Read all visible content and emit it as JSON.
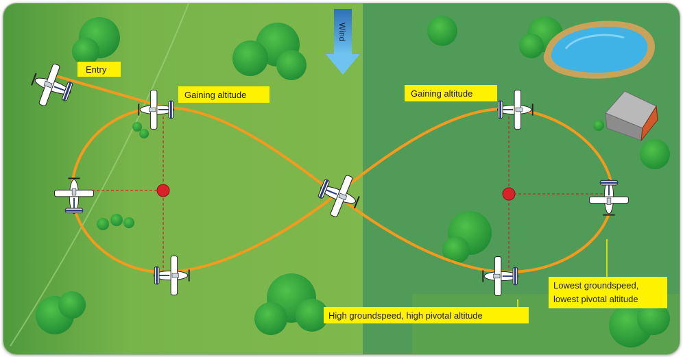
{
  "labels": {
    "entry": "Entry",
    "gaining_left": "Gaining altitude",
    "gaining_right": "Gaining altitude",
    "high_groundspeed": "High groundspeed, high pivotal altitude",
    "lowest_line1": "Lowest groundspeed,",
    "lowest_line2": "lowest pivotal altitude"
  },
  "wind_label": "Wind",
  "colors": {
    "field_left": "#6fae3e",
    "field_right": "#4e9a55",
    "path": "#f39a1f",
    "pylon": "#d8222a",
    "label_bg": "#fff200",
    "wind_arrow": "#4aa3e0",
    "water": "#3fb3e6"
  },
  "icons": [
    "airplane-icon",
    "wind-arrow-icon",
    "pylon-icon",
    "tree-icon",
    "barn-icon",
    "pond-icon"
  ]
}
